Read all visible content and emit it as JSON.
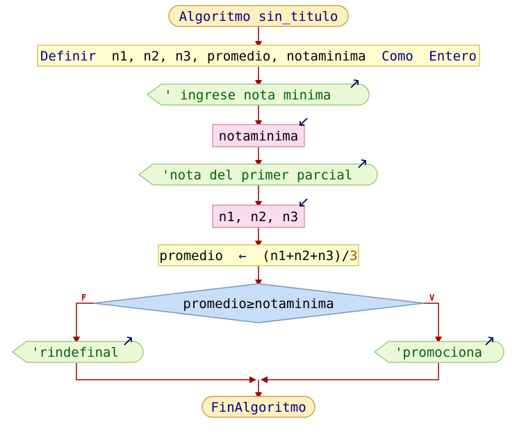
{
  "colors": {
    "line": "#a50000",
    "terminal_fill": "#fff0c0",
    "terminal_stroke": "#c8a050",
    "process_fill": "#fffdd0",
    "process_stroke": "#d6c860",
    "output_fill": "#eaf8d8",
    "output_stroke": "#9ccf78",
    "input_fill": "#fbdcec",
    "input_stroke": "#d890b8",
    "decision_fill": "#c8ddf8",
    "decision_stroke": "#7898c0",
    "keyword": "#000080",
    "string": "#006600",
    "number": "#8a5a00",
    "text": "#000000",
    "io_arrow": "#000060"
  },
  "start": {
    "text": "Algoritmo sin_titulo"
  },
  "define": {
    "keyword_define": "Definir",
    "vars": "n1, n2, n3, promedio, notaminima",
    "keyword_as": "Como",
    "type": "Entero"
  },
  "output1": {
    "text": "' ingrese nota minima "
  },
  "input1": {
    "text": "notaminima"
  },
  "output2": {
    "text": "'nota del primer parcial"
  },
  "input2": {
    "text": "n1, n2, n3"
  },
  "assign": {
    "var": "promedio",
    "arrow": "←",
    "expr": "(n1+n2+n3)/",
    "number": "3"
  },
  "decision": {
    "text": "promedio≥notaminima",
    "false_label": "F",
    "true_label": "V"
  },
  "output_false": {
    "text": "'rindefinal"
  },
  "output_true": {
    "text": "'promociona"
  },
  "end": {
    "text": "FinAlgoritmo"
  }
}
